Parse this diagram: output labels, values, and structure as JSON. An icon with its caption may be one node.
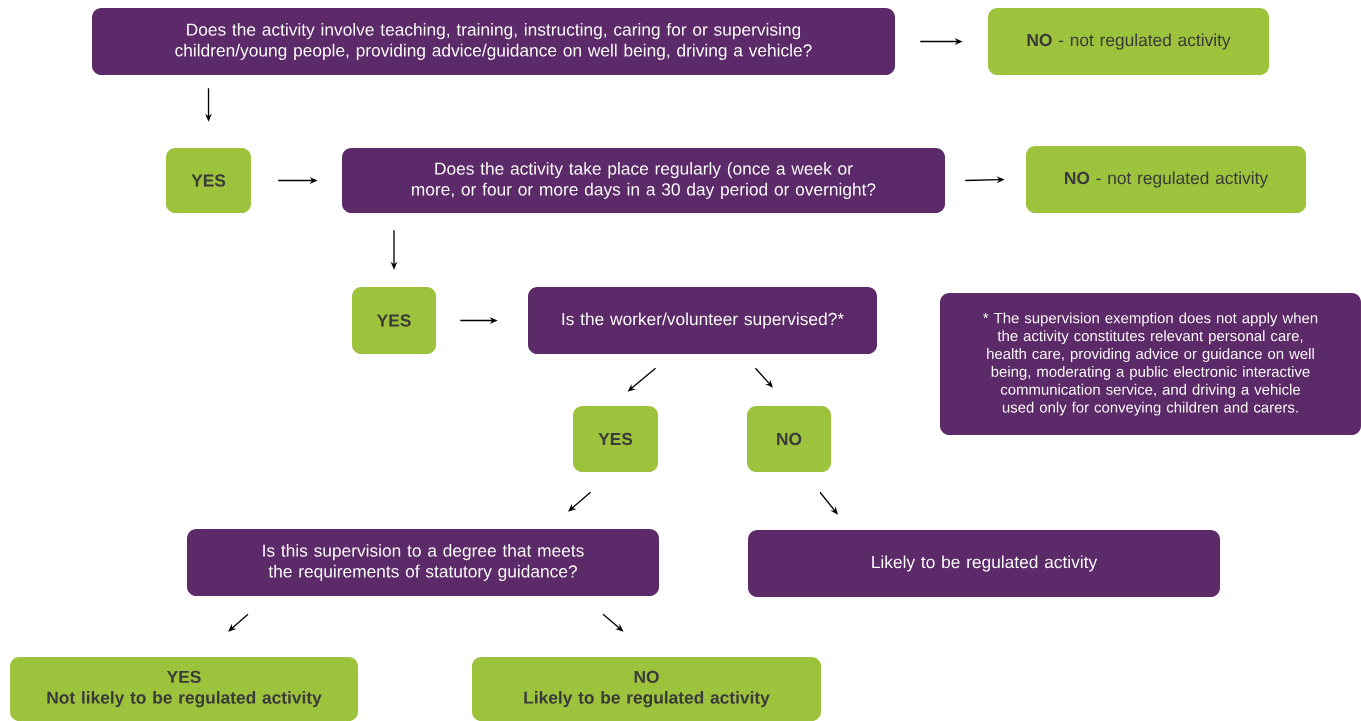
{
  "diagram": {
    "nodes": [
      {
        "text": [
          "Does the activity involve teaching, training, instructing, caring for or supervising children/young people, providing advice/guidance on well being, driving a vehicle?"
        ]
      },
      {
        "text": [
          "**NO** - not regulated activity"
        ]
      },
      {
        "text": [
          "YES"
        ]
      },
      {
        "text": [
          "Does the activity take place regularly (once a week or more, or four or more days in a 30 day period or overnight?"
        ]
      },
      {
        "text": [
          "**NO** - not regulated activity"
        ]
      },
      {
        "text": [
          "YES"
        ]
      },
      {
        "text": [
          "Is the worker/volunteer supervised?*"
        ]
      },
      {
        "text": [
          "YES"
        ]
      },
      {
        "text": [
          "NO"
        ]
      },
      {
        "text": [
          "Is this supervision to a degree that meets the requirements of statutory guidance?"
        ]
      },
      {
        "text": [
          "Likely to be regulated activity"
        ]
      },
      {
        "text": [
          "YES",
          "Not likely to be regulated activity"
        ]
      },
      {
        "text": [
          "NO",
          "Likely to be regulated activity"
        ]
      },
      {
        "text": [
          "* The supervision exemption does not apply when the activity constitutes relevant personal care, health care, providing advice or guidance on well being, moderating a public electronic interactive communication service, and driving a vehicle used only for conveying children and carers."
        ]
      }
    ],
    "edges": [
      {
        "from": 0,
        "to": 1,
        "arrow": "to"
      },
      {
        "from": 0,
        "to": 2,
        "arrow": "to"
      },
      {
        "from": 2,
        "to": 3,
        "arrow": "to"
      },
      {
        "from": 3,
        "to": 4,
        "arrow": "to"
      },
      {
        "from": 3,
        "to": 5,
        "arrow": "to"
      },
      {
        "from": 5,
        "to": 6,
        "arrow": "to"
      },
      {
        "from": 6,
        "to": 7,
        "arrow": "to"
      },
      {
        "from": 6,
        "to": 8,
        "arrow": "to"
      },
      {
        "from": 7,
        "to": 9,
        "arrow": "to"
      },
      {
        "from": 8,
        "to": 10,
        "arrow": "to"
      },
      {
        "from": 9,
        "to": 11,
        "arrow": "to"
      },
      {
        "from": 9,
        "to": 12,
        "arrow": "to"
      }
    ]
  }
}
